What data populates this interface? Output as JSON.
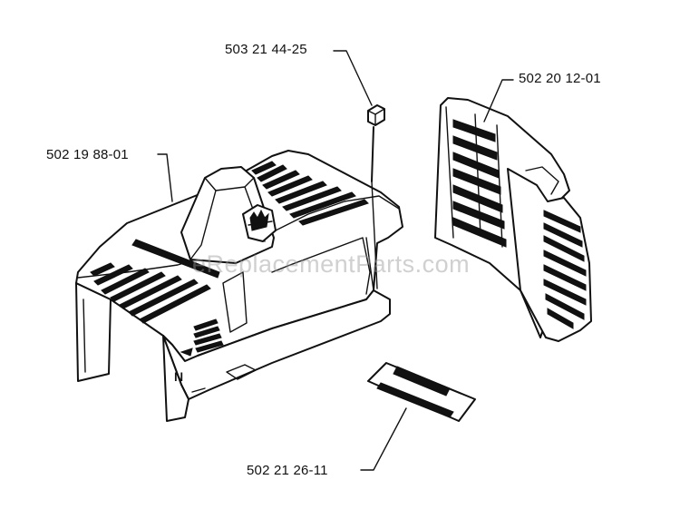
{
  "parts": [
    {
      "id": "screw",
      "number": "503 21 44-25"
    },
    {
      "id": "cylinder-cover",
      "number": "502 19 88-01"
    },
    {
      "id": "air-filter-grille",
      "number": "502 20 12-01"
    },
    {
      "id": "decal",
      "number": "502 21 26-11"
    }
  ],
  "watermark": "eReplacementParts.com",
  "colors": {
    "line": "#111111",
    "background": "#ffffff",
    "watermark": "#969696"
  }
}
